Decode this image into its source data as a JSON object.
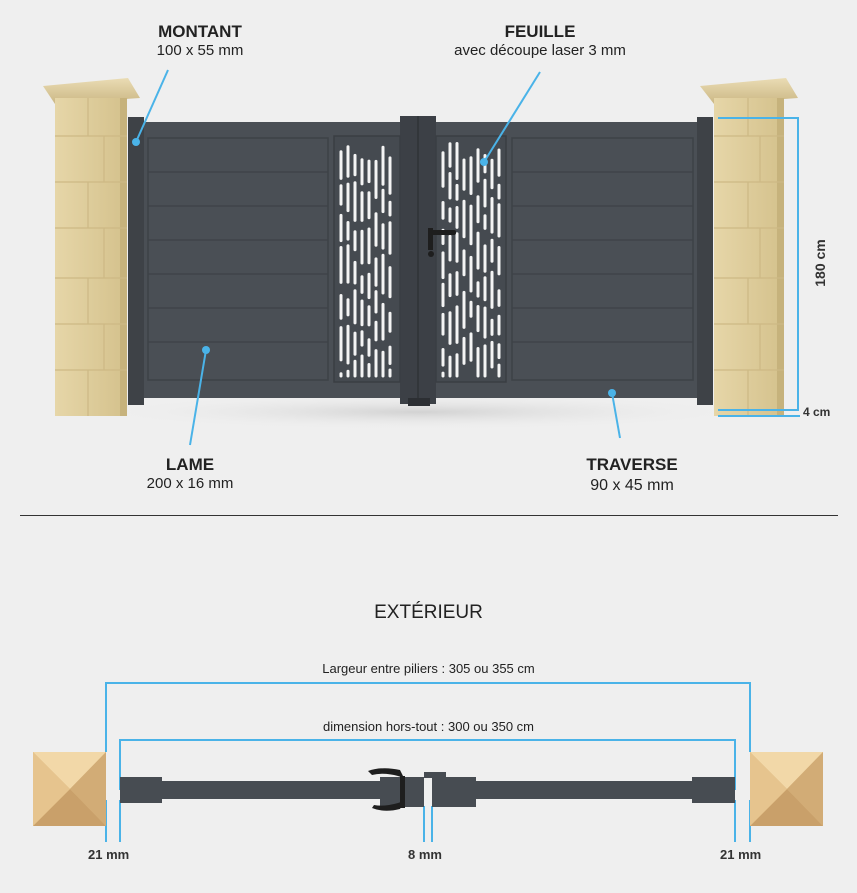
{
  "labels": {
    "montant_title": "MONTANT",
    "montant_sub": "100 x 55 mm",
    "feuille_title": "FEUILLE",
    "feuille_sub": "avec découpe laser 3 mm",
    "lame_title": "LAME",
    "lame_sub": "200 x 16 mm",
    "traverse_title": "TRAVERSE",
    "traverse_sub": "90 x 45 mm",
    "height_dim": "180 cm",
    "gap_dim": "4 cm"
  },
  "plan": {
    "title": "EXTÉRIEUR",
    "between_pillars": "Largeur entre piliers : 305 ou 355 cm",
    "overall": "dimension hors-tout : 300 ou 350 cm",
    "left_gap": "21 mm",
    "center_gap": "8 mm",
    "right_gap": "21 mm"
  },
  "colors": {
    "gate": "#4a4f55",
    "gate_dark": "#3c4046",
    "pillar": "#e2d1a2",
    "pillar_shadow": "#c9b681",
    "accent_line": "#4ab3e8"
  }
}
